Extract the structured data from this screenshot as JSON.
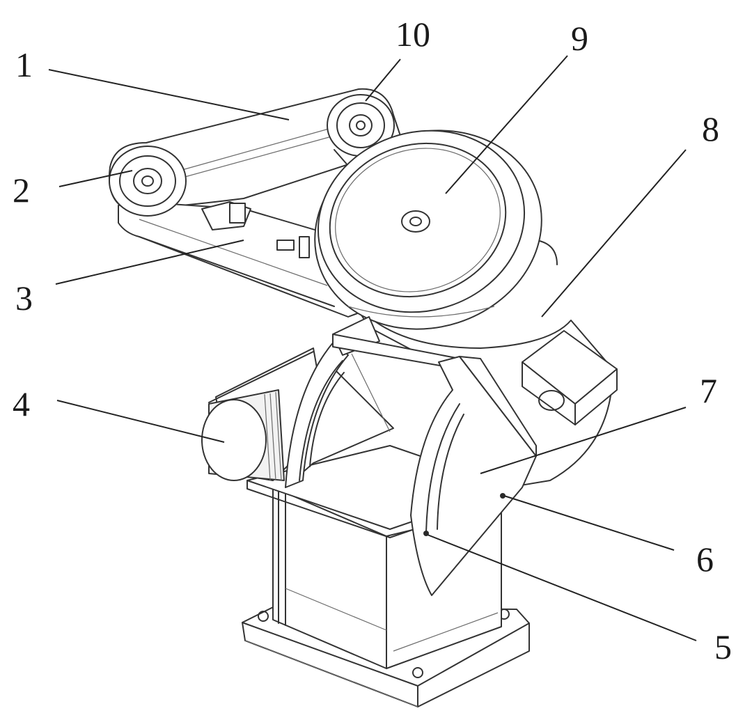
{
  "labels": [
    {
      "id": "1",
      "text": "1"
    },
    {
      "id": "2",
      "text": "2"
    },
    {
      "id": "3",
      "text": "3"
    },
    {
      "id": "4",
      "text": "4"
    },
    {
      "id": "5",
      "text": "5"
    },
    {
      "id": "6",
      "text": "6"
    },
    {
      "id": "7",
      "text": "7"
    },
    {
      "id": "8",
      "text": "8"
    },
    {
      "id": "9",
      "text": "9"
    },
    {
      "id": "10",
      "text": "10"
    }
  ],
  "colors": {
    "line": "#333333",
    "label": "#1a1a1a",
    "background": "#ffffff"
  }
}
